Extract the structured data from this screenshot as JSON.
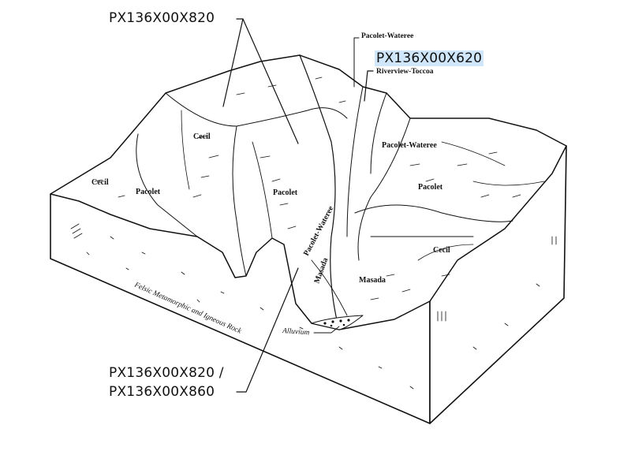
{
  "map_units": {
    "upland_code": "PX136X00X820",
    "riverview_code": "PX136X00X620",
    "lower_code_1": "PX136X00X820",
    "lower_code_sep": "/",
    "lower_code_2": "PX136X00X860"
  },
  "soils": {
    "cecil_left": "Cecil",
    "cecil_top": "Cecil",
    "pacolet_left": "Pacolet",
    "pacolet_center": "Pacolet",
    "pacolet_right": "Pacolet",
    "pacolet_wateree_top": "Pacolet-Wateree",
    "riverview_toccoa": "Riverview-Toccoa",
    "pacolet_wateree_mid": "Pacolet-Wateree",
    "pacolet_wateree_slope": "Pacolet-Wateree",
    "masada_slope": "Masada",
    "masada_low": "Masada",
    "cecil_right": "Cecil",
    "alluvium": "Alluvium"
  },
  "bedrock": "Felsic Metamorphic and Igneous Rock",
  "colors": {
    "highlight": "#cfe6fb",
    "ink": "#111111"
  }
}
